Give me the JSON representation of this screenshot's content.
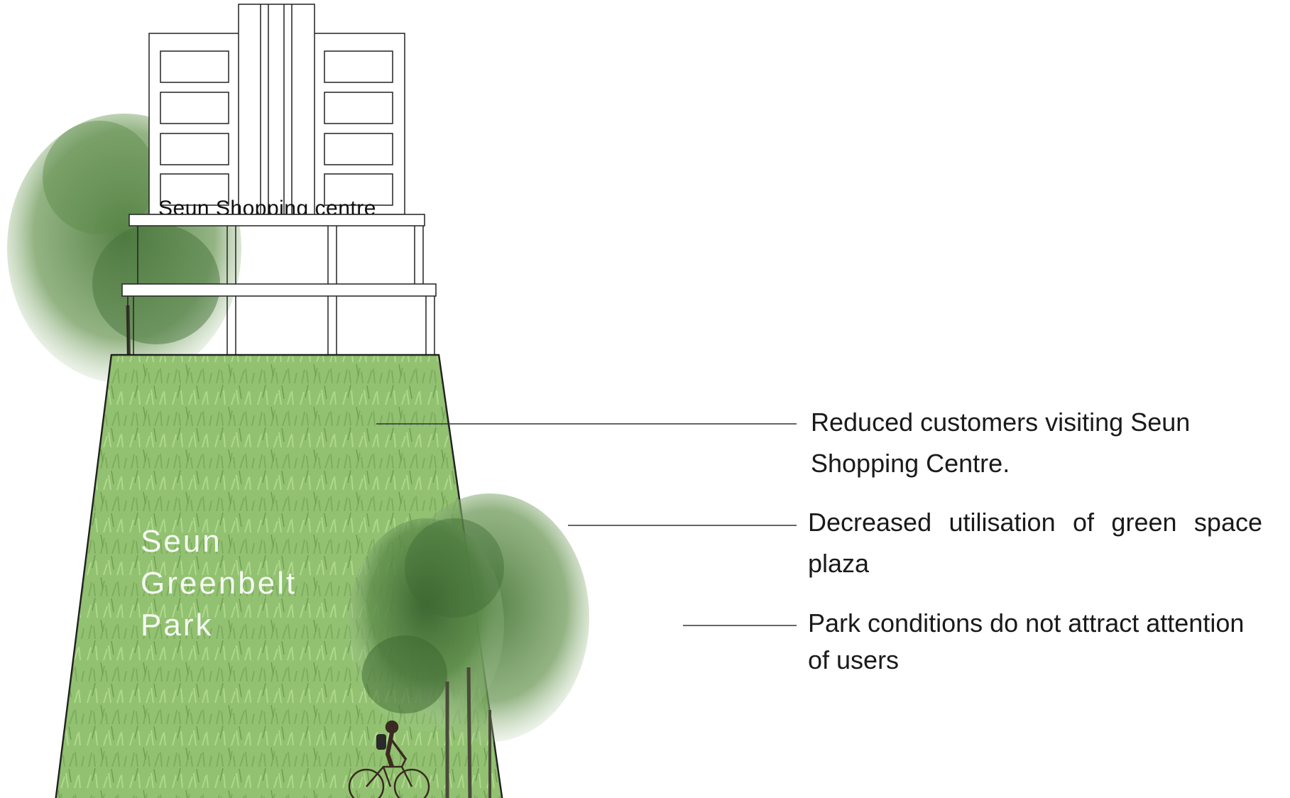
{
  "building": {
    "label": "Seun Shopping centre"
  },
  "park": {
    "label_lines": [
      "Seun",
      "Greenbelt",
      "Park"
    ]
  },
  "callouts": [
    {
      "text": "Reduced customers visiting Seun Shopping Centre."
    },
    {
      "text": "Decreased utilisation of green space plaza"
    },
    {
      "text": "Park conditions do not attract attention of users"
    }
  ],
  "colors": {
    "grass_dark": "#5f9a45",
    "grass_light": "#9ccc72",
    "outline": "#111111",
    "tree_dark": "#3f6b34",
    "tree_light": "#6f9a5a"
  }
}
